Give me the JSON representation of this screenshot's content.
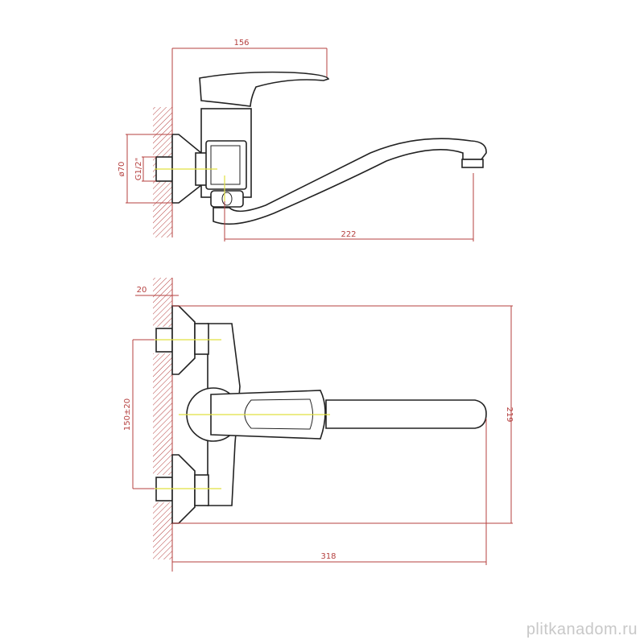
{
  "drawing": {
    "side_view": {
      "dim_total_height_label": "156",
      "dim_flange_diameter_label": "ø70",
      "dim_thread_label": "G1/2\"",
      "dim_spout_reach_label": "222"
    },
    "front_view": {
      "dim_wall_offset_label": "20",
      "dim_inlet_spacing_label": "150±20",
      "dim_height_label": "219",
      "dim_length_label": "318"
    }
  },
  "watermark": "plitkanadom.ru",
  "colors": {
    "dimension": "#b5403f",
    "outline": "#222222",
    "axis": "#e0e040"
  }
}
